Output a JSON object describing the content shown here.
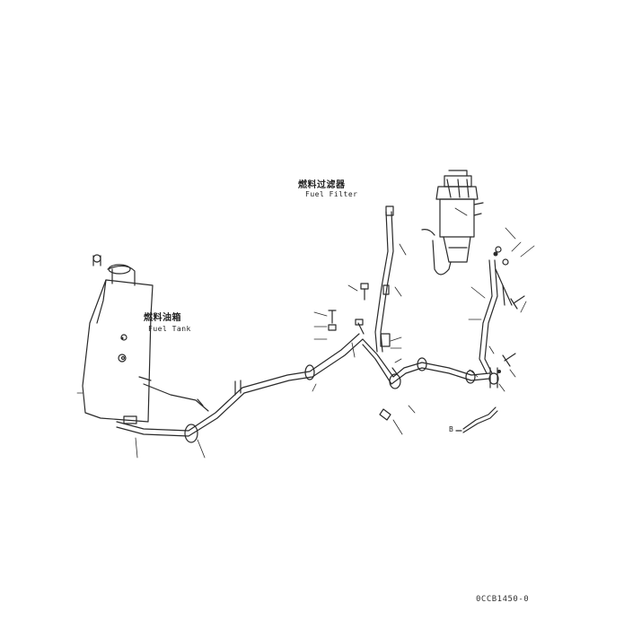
{
  "labels": {
    "fuel_filter_cn": "燃料过滤器",
    "fuel_filter_en": "Fuel Filter",
    "fuel_tank_cn": "燃料油箱",
    "fuel_tank_en": "Fuel Tank",
    "view_marker": "B",
    "part_code": "0CCB1450-0"
  },
  "colors": {
    "line": "#2a2a2a",
    "background": "#ffffff"
  }
}
